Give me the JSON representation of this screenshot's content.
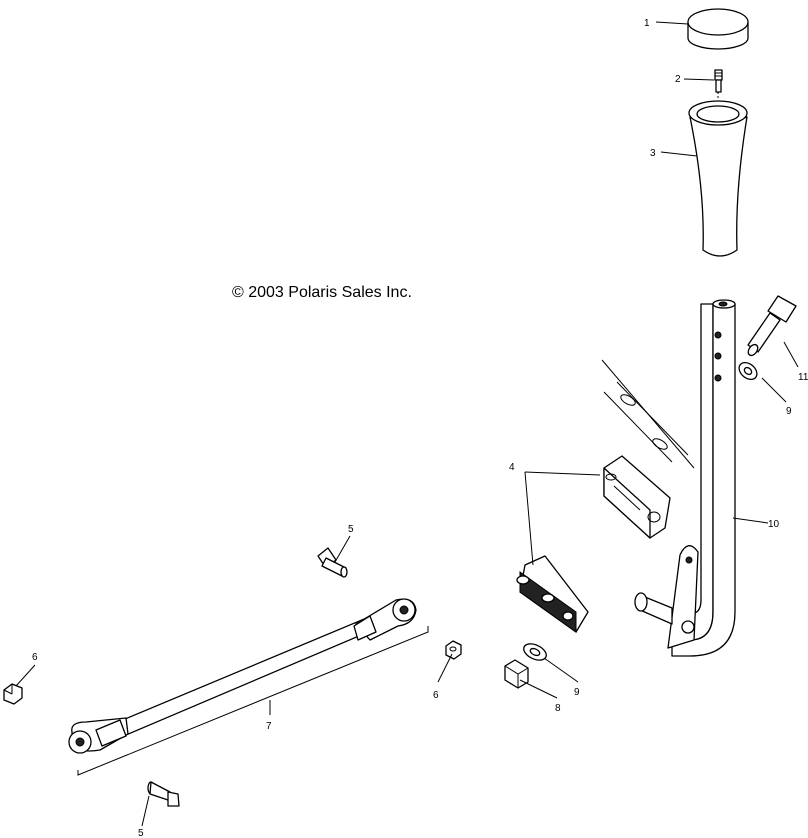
{
  "copyright": "© 2003 Polaris Sales Inc.",
  "callouts": {
    "c1": "1",
    "c2": "2",
    "c3": "3",
    "c4": "4",
    "c5a": "5",
    "c5b": "5",
    "c6a": "6",
    "c6b": "6",
    "c7": "7",
    "c8": "8",
    "c9a": "9",
    "c9b": "9",
    "c10": "10",
    "c11": "11"
  },
  "icons": [
    "shift-knob-cap-icon",
    "set-screw-icon",
    "shift-knob-icon",
    "pivot-block-icon",
    "bolt-icon",
    "nut-icon",
    "shift-linkage-rod-icon",
    "washer-icon",
    "shift-lever-icon"
  ]
}
